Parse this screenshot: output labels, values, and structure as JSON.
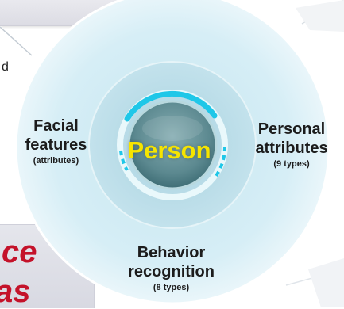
{
  "fragments": {
    "left_text": "d",
    "italic_line_1": "ce",
    "italic_line_2": "as"
  },
  "center": {
    "label": "Person"
  },
  "segments": [
    {
      "key": "facial",
      "lines": [
        "Facial",
        "features"
      ],
      "sub": "(attributes)"
    },
    {
      "key": "personal",
      "lines": [
        "Personal",
        "attributes"
      ],
      "sub": "(9 types)"
    },
    {
      "key": "behavior",
      "lines": [
        "Behavior",
        "recognition"
      ],
      "sub": "(8 types)"
    }
  ],
  "colors": {
    "outer_ring": "#d8eef5",
    "inner_ring": "#b9dde9",
    "core": "#5f8f96",
    "glow": "#1fc7e8",
    "accent_red": "#c4122a",
    "center_text": "#f6e400"
  }
}
